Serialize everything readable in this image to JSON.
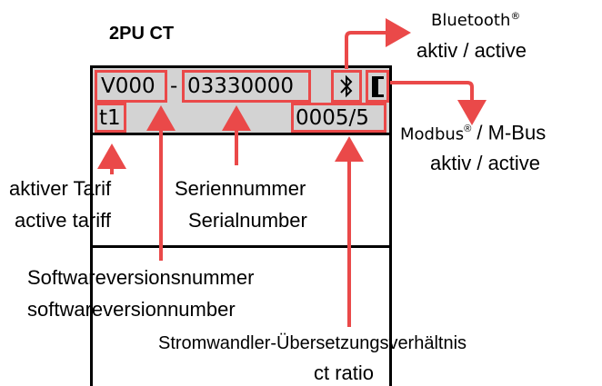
{
  "title": "2PU CT",
  "display": {
    "version": "V000",
    "dash": "-",
    "serial": "03330000",
    "tariff": "t1",
    "ct_ratio": "0005/5"
  },
  "icons": {
    "bluetooth": "bluetooth-icon",
    "modbus": "modbus-mbus-icon"
  },
  "labels": {
    "bluetooth_title": "Bluetooth",
    "bluetooth_sup": "®",
    "bluetooth_status": "aktiv / active",
    "modbus_title": "Modbus",
    "modbus_sup": "®",
    "modbus_rest": " / M-Bus",
    "modbus_status": "aktiv / active",
    "tariff_de": "aktiver Tarif",
    "tariff_en": "active tariff",
    "serial_de": "Seriennummer",
    "serial_en": "Serialnumber",
    "version_de": "Softwareversionsnummer",
    "version_en": "softwareversionnumber",
    "ctratio_de": "Stromwandler-Übersetzungsverhältnis",
    "ctratio_en": "ct ratio"
  },
  "colors": {
    "accent": "#ea4949",
    "panel": "#d3d3d3"
  }
}
